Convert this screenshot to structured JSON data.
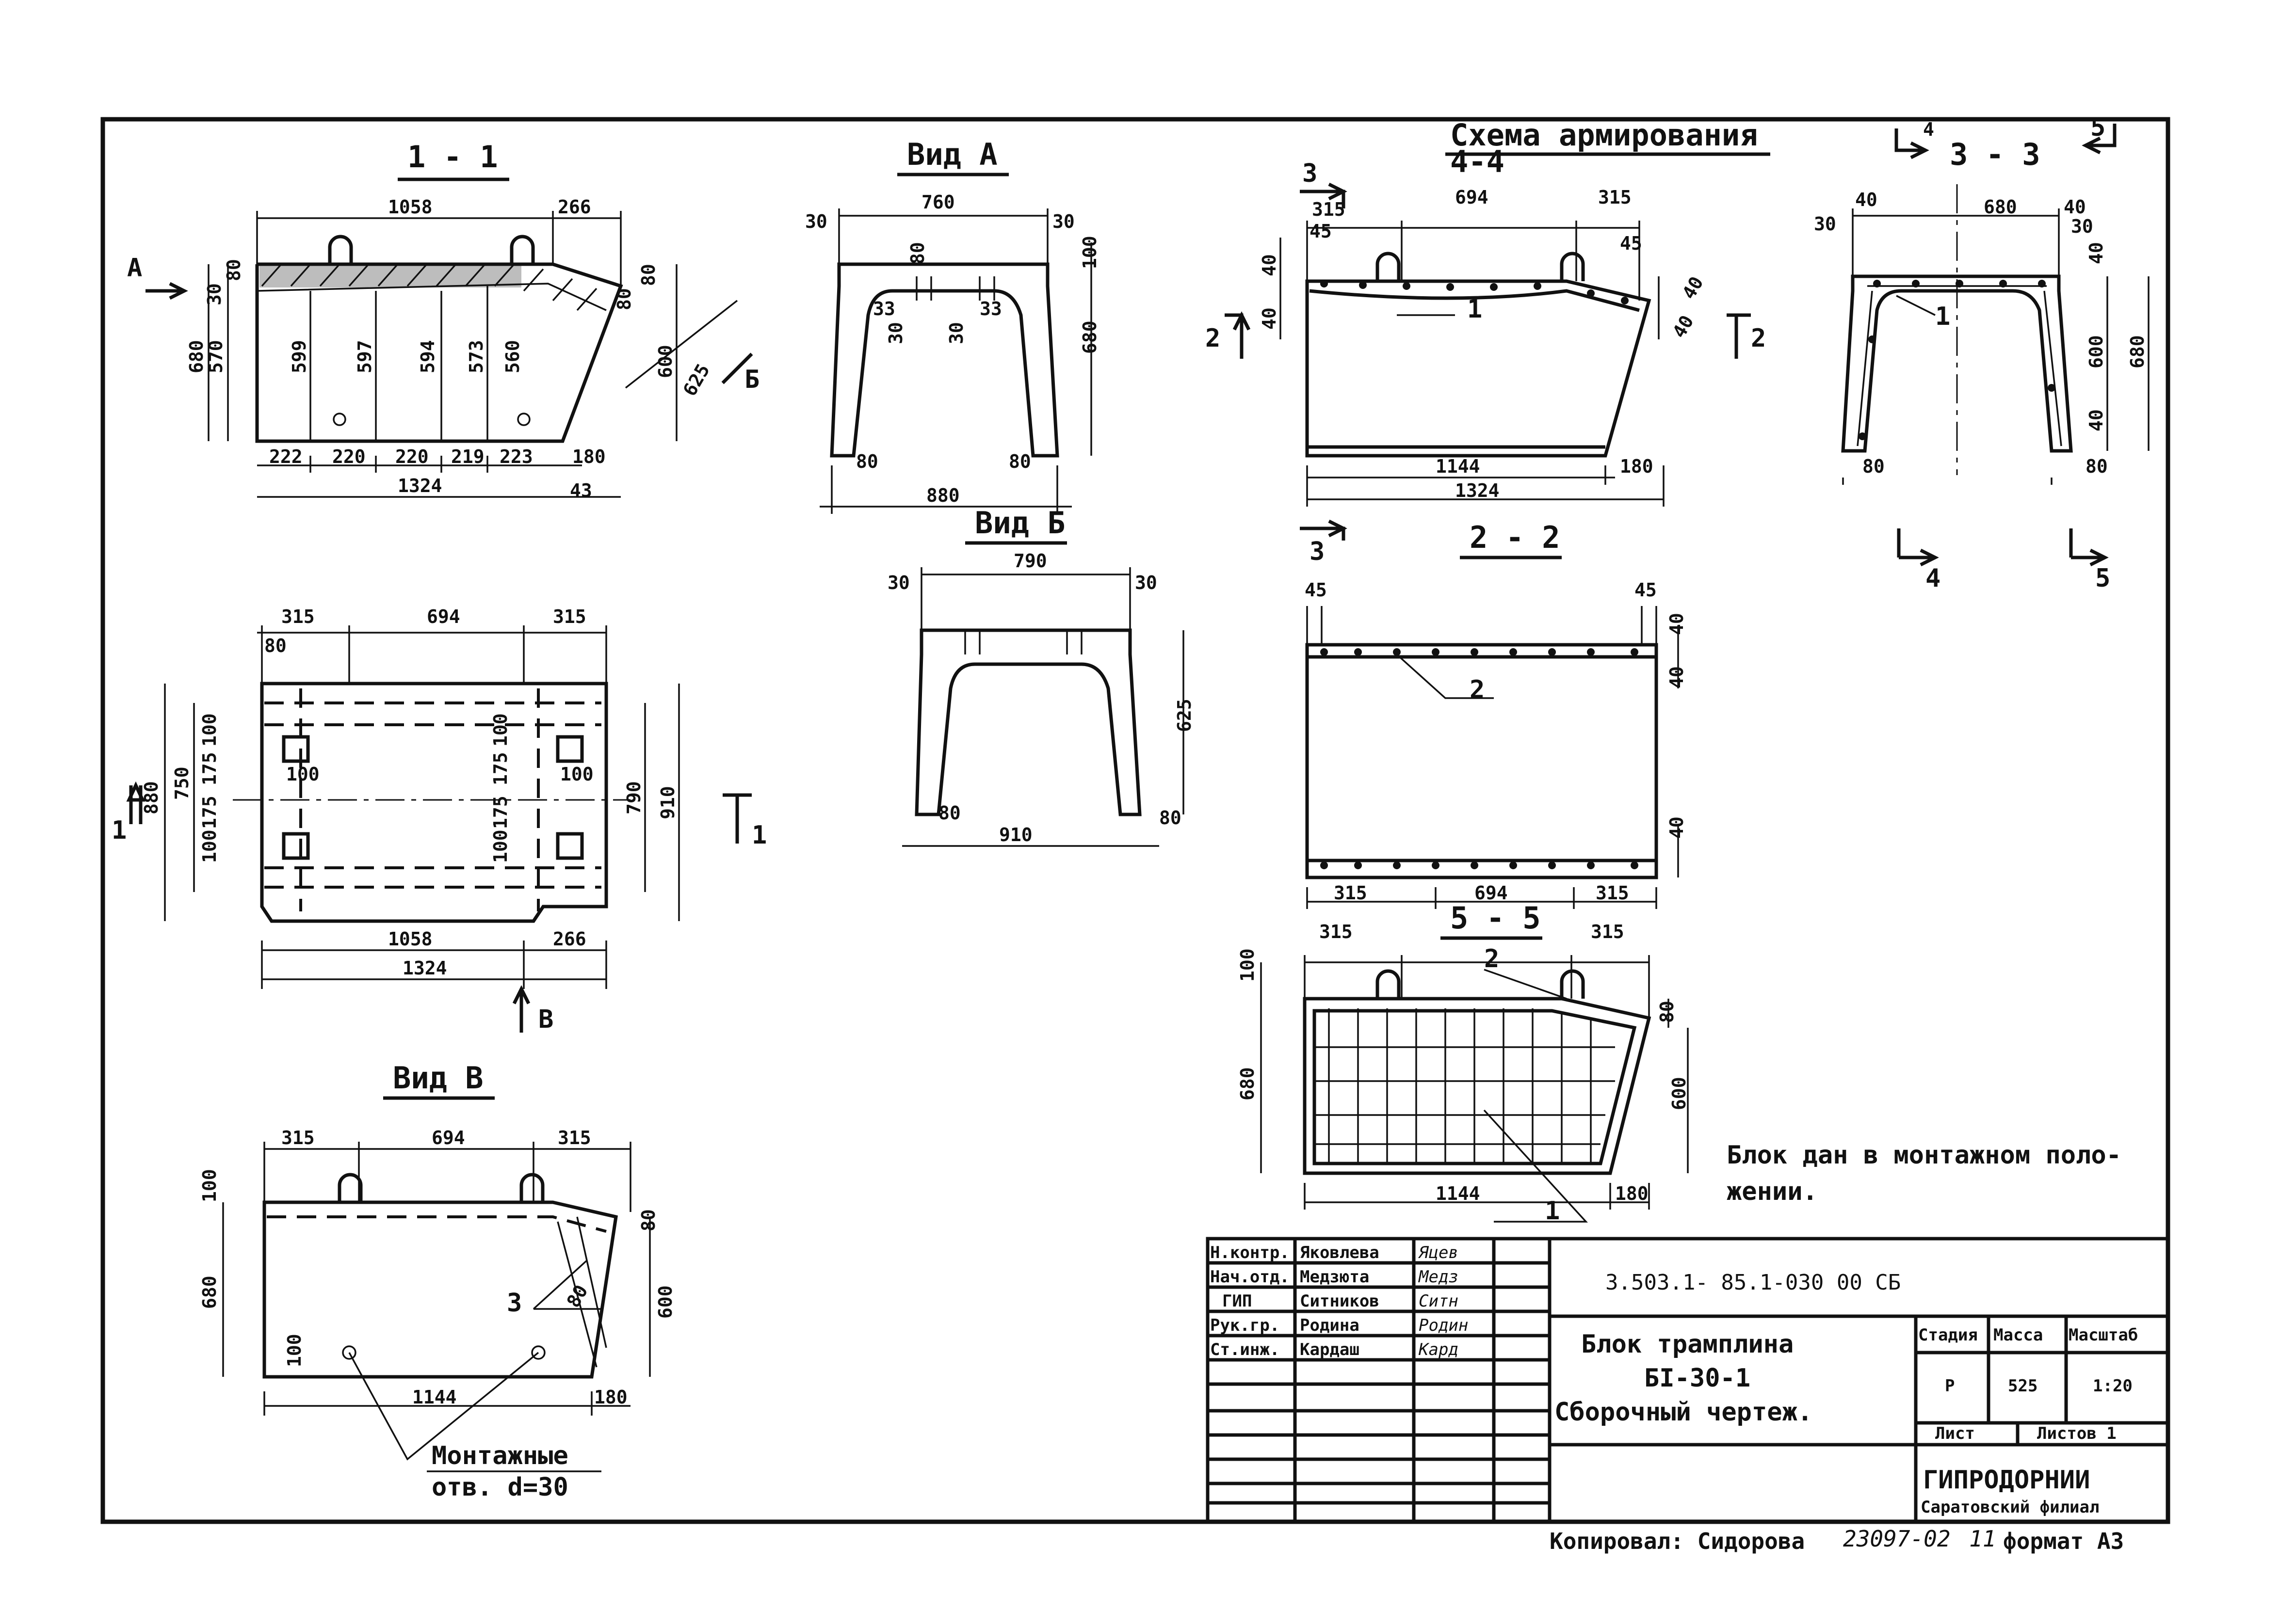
{
  "views": {
    "section_1_1": {
      "title": "1 - 1",
      "dims": [
        "1058",
        "266",
        "30",
        "80",
        "80",
        "680",
        "570",
        "599",
        "597",
        "594",
        "573",
        "560",
        "600",
        "80",
        "625",
        "222",
        "220",
        "220",
        "219",
        "223",
        "180",
        "1324",
        "43"
      ],
      "arrow_a": "А",
      "arrow_b": "Б"
    },
    "view_a": {
      "title": "Вид А",
      "dims": [
        "760",
        "30",
        "30",
        "80",
        "100",
        "33",
        "33",
        "30",
        "30",
        "680",
        "80",
        "80",
        "880"
      ]
    },
    "view_b": {
      "title": "Вид Б",
      "dims": [
        "790",
        "30",
        "30",
        "625",
        "80",
        "910",
        "80"
      ]
    },
    "plan": {
      "dims_top": [
        "315",
        "694",
        "315",
        "80"
      ],
      "dims_left": [
        "880",
        "750",
        "100",
        "175",
        "175",
        "100"
      ],
      "dims_right": [
        "790",
        "910",
        "100",
        "175",
        "175",
        "100"
      ],
      "holes": [
        "100",
        "100"
      ],
      "dims_bottom": [
        "1058",
        "266",
        "1324"
      ],
      "cut_left": "1",
      "cut_right": "1",
      "arrow_v": "В"
    },
    "view_v": {
      "title": "Вид В",
      "dims": [
        "315",
        "694",
        "315",
        "100",
        "680",
        "80",
        "600",
        "100",
        "1144",
        "180"
      ],
      "callout": "3",
      "callout_dim": "80",
      "note_line1": "Монтажные",
      "note_line2": "отв. d=30"
    },
    "reinforcement": {
      "title": "Схема армирования",
      "section_4_4": "4-4",
      "dims": [
        "315",
        "694",
        "315",
        "45",
        "45",
        "40",
        "40",
        "40",
        "40",
        "1144",
        "180",
        "1324"
      ],
      "cut3_top": "3",
      "cut3_bottom": "3",
      "cut2_left": "2",
      "cut2_right": "2",
      "bar_mark": "1"
    },
    "section_3_3": {
      "title": "3 - 3",
      "dims": [
        "40",
        "680",
        "40",
        "30",
        "30",
        "40",
        "600",
        "680",
        "40",
        "80",
        "80"
      ],
      "bar_mark": "1",
      "cut4_top": "4",
      "cut5_top": "5",
      "cut4_bottom": "4",
      "cut5_bottom": "5"
    },
    "section_2_2": {
      "title": "2 - 2",
      "dims": [
        "45",
        "45",
        "40",
        "40",
        "40",
        "315",
        "694",
        "315"
      ],
      "bar_mark": "2"
    },
    "section_5_5": {
      "title": "5 - 5",
      "dims": [
        "315",
        "315",
        "100",
        "680",
        "80",
        "600",
        "1144",
        "180"
      ],
      "bar_mark_top": "2",
      "bar_mark_bottom": "1"
    }
  },
  "note": {
    "line1": "Блок дан в монтажном поло-",
    "line2": "жении."
  },
  "title_block": {
    "roles": [
      {
        "role": "Н.контр.",
        "name": "Яковлева",
        "sign": "Яцев"
      },
      {
        "role": "Нач.отд.",
        "name": "Медзюта",
        "sign": "Медз"
      },
      {
        "role": "ГИП",
        "name": "Ситников",
        "sign": "Ситн"
      },
      {
        "role": "Рук.гр.",
        "name": "Родина",
        "sign": "Родин"
      },
      {
        "role": "Ст.инж.",
        "name": "Кардаш",
        "sign": "Кард"
      }
    ],
    "code": "3.503.1- 85.1-030 00 СБ",
    "name_line1": "Блок трамплина",
    "name_line2": "БI-30-1",
    "name_line3": "Сборочный чертеж.",
    "headers": {
      "stage": "Стадия",
      "mass": "Масса",
      "scale": "Масштаб"
    },
    "values": {
      "stage": "Р",
      "mass": "525",
      "scale": "1:20"
    },
    "sheet_label": "Лист",
    "sheets_label": "Листов 1",
    "org_line1": "ГИПРОДОРНИИ",
    "org_line2": "Саратовский филиал"
  },
  "footer": {
    "copied": "Копировал: Сидорова",
    "order": "23097-02",
    "sheet_no": "11",
    "format": "формат А3"
  }
}
